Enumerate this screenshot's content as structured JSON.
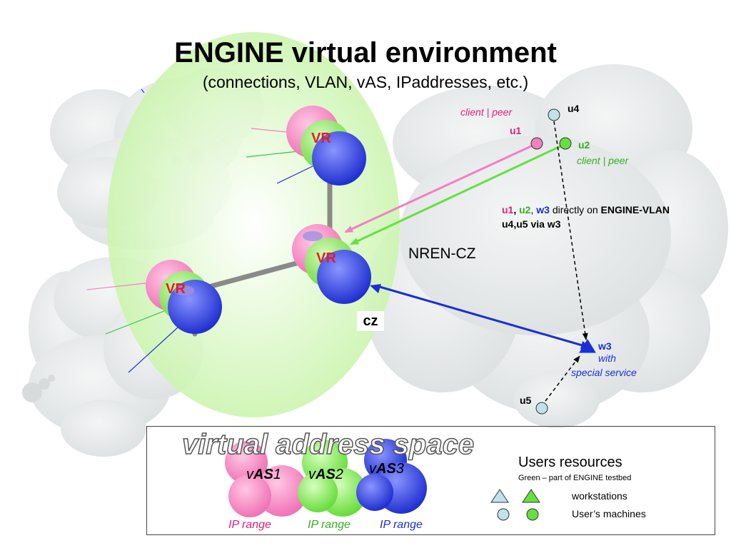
{
  "title": "ENGINE virtual environment",
  "subtitle": "(connections, VLAN, vAS, IPaddresses, etc.)",
  "routers": {
    "top": "VR",
    "center": "VR",
    "left": "VR"
  },
  "nren_label": "NREN-CZ",
  "cz_label": "cz",
  "users": {
    "u4": "u4",
    "u1": "u1",
    "u2": "u2",
    "u5": "u5",
    "w3": "w3",
    "client_peer_1": "client | peer",
    "client_peer_2": "client | peer",
    "w3_with": "with",
    "w3_service": "special service"
  },
  "note": {
    "u1": "u1",
    "comma1": ",",
    "u2": "u2",
    "comma2": ",",
    "w3": "w3",
    "directly_on": "directly on",
    "vlan": "ENGINE-VLAN",
    "line2": "u4,u5 via w3"
  },
  "legend": {
    "vas_title": "virtual address space",
    "vas1": {
      "prefix": "v",
      "as": "AS",
      "num": "1"
    },
    "vas2": {
      "prefix": "v",
      "as": "AS",
      "num": "2"
    },
    "vas3": {
      "prefix": "v",
      "as": "AS",
      "num": "3"
    },
    "ip_range_1": "IP range",
    "ip_range_2": "IP range",
    "ip_range_3": "IP range",
    "users_resources": "Users resources",
    "green_note": "Green – part of ENGINE testbed",
    "workstations": "workstations",
    "users_machines": "User’s machines"
  },
  "colors": {
    "pink": "#f080c0",
    "green": "#66e040",
    "blue": "#3344dd",
    "red": "#e41e1e",
    "cloud": "#e4e7e8"
  }
}
